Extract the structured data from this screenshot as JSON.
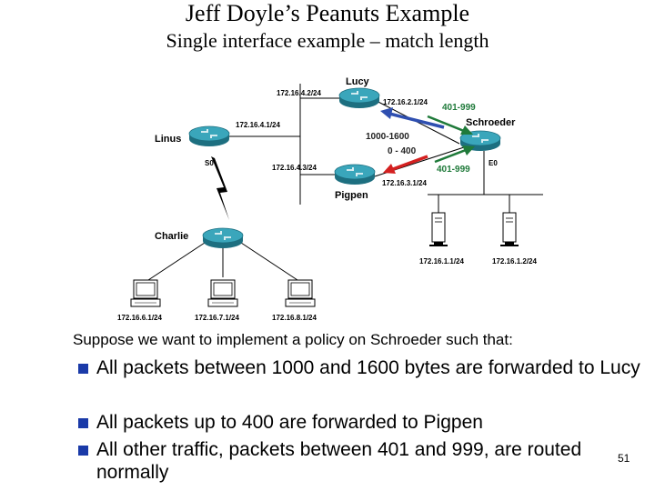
{
  "slide": {
    "title": "Jeff Doyle’s Peanuts Example",
    "subtitle": "Single interface example – match length",
    "page_number": "51"
  },
  "diagram": {
    "routers": {
      "lucy": "Lucy",
      "linus": "Linus",
      "schroeder": "Schroeder",
      "pigpen": "Pigpen",
      "charlie": "Charlie"
    },
    "addresses": {
      "lucy_left": "172.16.4.2/24",
      "lucy_right": "172.16.2.1/24",
      "linus": "172.16.4.1/24",
      "pigpen_left": "172.16.4.3/24",
      "pigpen_bottom": "172.16.3.1/24",
      "host1": "172.16.1.1/24",
      "host2": "172.16.1.2/24",
      "pc1": "172.16.6.1/24",
      "pc2": "172.16.7.1/24",
      "pc3": "172.16.8.1/24"
    },
    "interfaces": {
      "s0": "S0",
      "e0": "E0"
    },
    "ranges": {
      "to_lucy_top": "401-999",
      "forward_lucy": "1000-1600",
      "forward_pigpen": "0 - 400",
      "to_pigpen": "401-999"
    },
    "colors": {
      "blue_arrow": "#2f4fb0",
      "red_arrow": "#d42020",
      "green_arrow": "#1f7a3a",
      "router": "#2a8fa4"
    }
  },
  "body": {
    "intro": "Suppose we want to implement a policy on Schroeder such that:",
    "bullets": [
      "All packets between 1000 and 1600 bytes are forwarded to Lucy",
      "All packets up to 400 are forwarded to Pigpen",
      "All other traffic, packets between 401 and 999, are routed normally"
    ]
  }
}
